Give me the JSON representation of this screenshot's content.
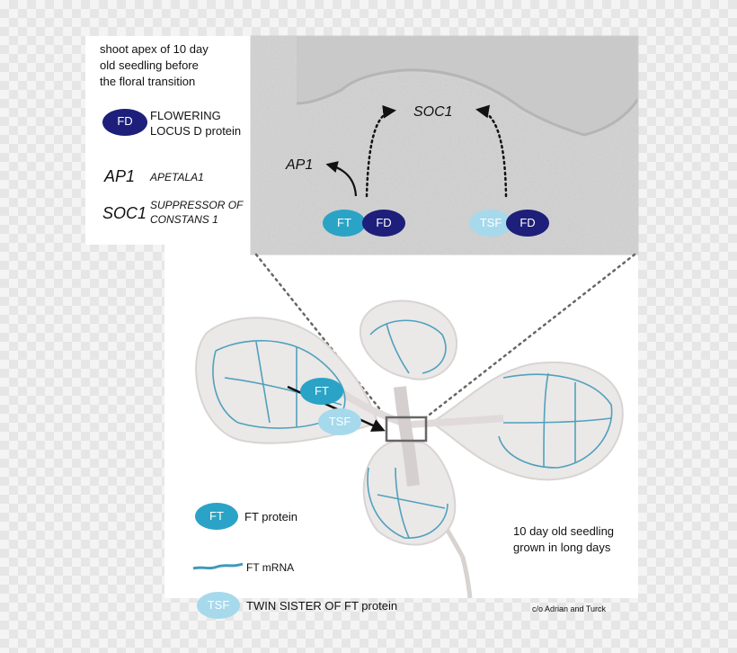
{
  "caption_apex": [
    "shoot apex of 10 day",
    "old seedling before",
    "the floral transition"
  ],
  "legend_top": {
    "fd_badge": "FD",
    "fd_desc": [
      "FLOWERING",
      "LOCUS D protein"
    ],
    "ap1_symbol": "AP1",
    "ap1_desc": "APETALA1",
    "soc1_symbol": "SOC1",
    "soc1_desc": [
      "SUPPRESSOR OF",
      "CONSTANS 1"
    ]
  },
  "apex": {
    "soc1_label": "SOC1",
    "ap1_label": "AP1",
    "ft": "FT",
    "fd_left": "FD",
    "tsf": "TSF",
    "fd_right": "FD"
  },
  "seedling": {
    "ft": "FT",
    "tsf": "TSF",
    "caption": [
      "10 day old seedling",
      "grown in long days"
    ]
  },
  "legend_bottom": {
    "ft_badge": "FT",
    "ft_desc": "FT protein",
    "mrna_desc": "FT mRNA",
    "tsf_badge": "TSF",
    "tsf_desc": "TWIN SISTER OF FT protein"
  },
  "credit": "c/o Adrian and Turck",
  "colors": {
    "fd": "#1d1f7a",
    "ft": "#2aa3c6",
    "tsf": "#a6d9ec",
    "vein": "#3f9ab8"
  }
}
